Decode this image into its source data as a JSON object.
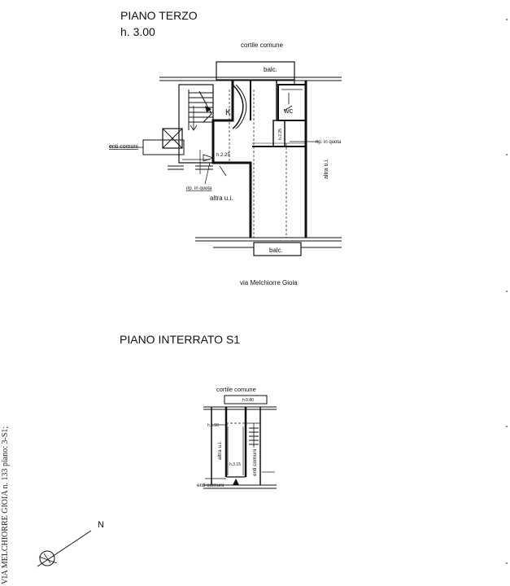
{
  "floor3": {
    "title": "PIANO TERZO",
    "height": "h. 3.00",
    "courtyard": "cortile comune",
    "balcony_top": "balc.",
    "kitchen": "K",
    "wc": "wc",
    "h_wc": "h.2.25",
    "h_corridor": "h.2.25",
    "rip_right": "rip. in quota",
    "rip_left": "rip. in quota",
    "common": "enti comuni",
    "other_right": "altra u.i.",
    "other_center": "altra u.i.",
    "balcony_bottom": "balc.",
    "street": "via Melchiorre Gioia"
  },
  "basement": {
    "title": "PIANO INTERRATO S1",
    "courtyard": "cortile comune",
    "h_top": "h.0.80",
    "h_left": "h.1.50",
    "other": "altra u.i.",
    "common_vertical": "enti comuni",
    "h_bottom": "h.3.15",
    "common": "enti comuni"
  },
  "compass": {
    "label": "N"
  },
  "side_note": "VIA MELCHIORRE GIOIA n. 133 piano: 3-S1;"
}
